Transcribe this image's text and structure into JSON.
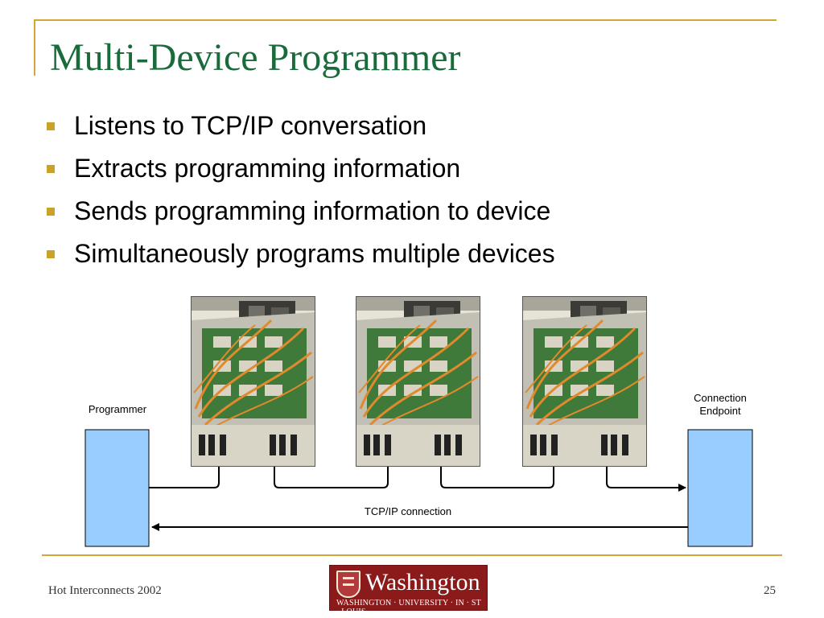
{
  "slide": {
    "title": "Multi-Device Programmer",
    "bullets": [
      "Listens to TCP/IP conversation",
      "Extracts programming information",
      "Sends programming information to device",
      "Simultaneously programs multiple devices"
    ]
  },
  "diagram": {
    "programmer_label": "Programmer",
    "endpoint_label_line1": "Connection",
    "endpoint_label_line2": "Endpoint",
    "connection_label": "TCP/IP connection",
    "device_count": 3,
    "colors": {
      "box_fill": "#99ccff",
      "board_green": "#3f7a3a",
      "cable_orange": "#e08a2c",
      "line": "#000000"
    }
  },
  "footer": {
    "left_text": "Hot Interconnects 2002",
    "page_number": "25",
    "logo_word": "Washington",
    "logo_subtitle": "WASHINGTON · UNIVERSITY · IN · ST · LOUIS"
  },
  "theme": {
    "title_color": "#1a6b3c",
    "accent_gold": "#d4a637",
    "bullet_color": "#c9a227",
    "logo_red": "#8b1a1a"
  }
}
